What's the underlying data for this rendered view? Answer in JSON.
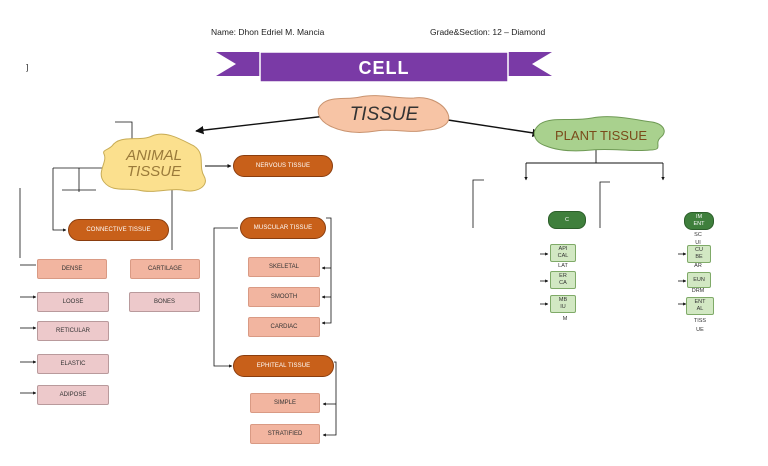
{
  "header": {
    "name": "Name: Dhon Edriel M. Mancia",
    "grade": "Grade&Section: 12 – Diamond",
    "mark": "]"
  },
  "banner": {
    "title": "CELL",
    "color": "#7a3aa6"
  },
  "root": {
    "label": "TISSUE",
    "color": "#f7c4a5"
  },
  "animal": {
    "label_line1": "ANIMAL",
    "label_line2": "TISSUE",
    "color": "#fbe08e",
    "nervous": "NERVOUS TISSUE",
    "connective": {
      "label": "CONNECTIVE TISSUE",
      "left_items": [
        "DENSE",
        "LOOSE",
        "RETICULAR",
        "ELASTIC",
        "ADIPOSE"
      ],
      "right_items": [
        "CARTILAGE",
        "BONES"
      ]
    },
    "muscular": {
      "label": "MUSCULAR TISSUE",
      "items": [
        "SKELETAL",
        "SMOOTH",
        "CARDIAC"
      ]
    },
    "epithelial": {
      "label": "EPHITEAL TISSUE",
      "items": [
        "SIMPLE",
        "STRATIFIED"
      ]
    }
  },
  "plant": {
    "label": "PLANT TISSUE",
    "color": "#a9d18e",
    "left_group": {
      "header": "C",
      "boxes": [
        "API\nCAL",
        "ER\nCA",
        "MB\nIU"
      ],
      "overflow": [
        "LAT",
        "M"
      ]
    },
    "right_group": {
      "header": "IM\nENT",
      "boxes": [
        "CU\nBE",
        "EUN",
        "ENT\nAL"
      ],
      "overflow": [
        "SC",
        "UI",
        "AR",
        "DRM",
        "TISS",
        "UE"
      ]
    }
  },
  "colors": {
    "orange": "#c8601a",
    "salmon": "#f2b5a0",
    "pink": "#edc9cb",
    "green_dark": "#3f7f3c",
    "green_light": "#d2e8c3"
  }
}
